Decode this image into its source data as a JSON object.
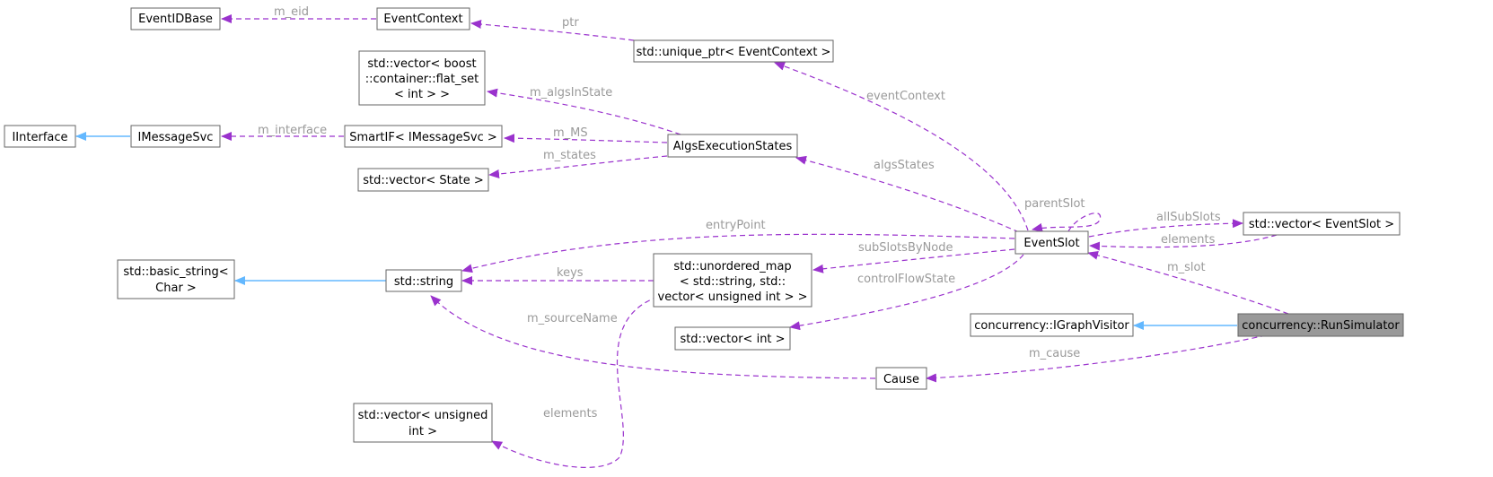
{
  "nodes": {
    "eventidbase": "EventIDBase",
    "eventcontext": "EventContext",
    "uniqueptr": "std::unique_ptr< EventContext >",
    "vecflatset": [
      "std::vector< boost",
      "::container::flat_set",
      "< int > >"
    ],
    "iinterface": "IInterface",
    "imessagesvc": "IMessageSvc",
    "smartif": "SmartIF< IMessageSvc >",
    "algsexec": "AlgsExecutionStates",
    "vecstate": "std::vector< State >",
    "basicstring": [
      "std::basic_string<",
      "Char >"
    ],
    "stdstring": "std::string",
    "unorderedmap": [
      "std::unordered_map",
      "< std::string, std::",
      "vector< unsigned int > >"
    ],
    "vecint": "std::vector< int >",
    "vecunsigned": [
      "std::vector< unsigned",
      "int >"
    ],
    "cause": "Cause",
    "eventslot": "EventSlot",
    "veceventslot": "std::vector< EventSlot >",
    "igraphvisitor": "concurrency::IGraphVisitor",
    "runsimulator": "concurrency::RunSimulator"
  },
  "edge_labels": {
    "m_eid": "m_eid",
    "ptr": "ptr",
    "m_algsInState": "m_algsInState",
    "m_interface": "m_interface",
    "m_MS": "m_MS",
    "m_states": "m_states",
    "eventContext": "eventContext",
    "algsStates": "algsStates",
    "parentSlot": "parentSlot",
    "entryPoint": "entryPoint",
    "allSubSlots": "allSubSlots",
    "elements_slot": "elements",
    "subSlotsByNode": "subSlotsByNode",
    "keys": "keys",
    "m_slot": "m_slot",
    "controlFlowState": "controlFlowState",
    "m_sourceName": "m_sourceName",
    "m_cause": "m_cause",
    "elements_map": "elements"
  },
  "colors": {
    "dependency": "#9a32cd",
    "inheritance": "#63b8ff",
    "highlight": "#999999",
    "node_border": "#666666",
    "edge_label": "#9a9a9a"
  }
}
